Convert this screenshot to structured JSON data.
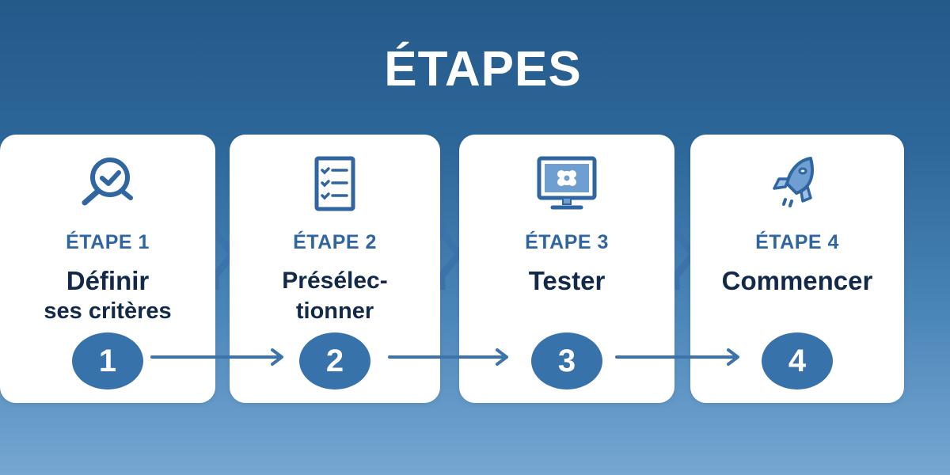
{
  "title": "ÉTAPES",
  "colors": {
    "accent": "#3872aa",
    "label": "#2f65a0",
    "heading": "#12294a",
    "background_top": "#245a8a",
    "background_bottom": "#76a7d2"
  },
  "steps": [
    {
      "label": "ÉTAPE 1",
      "title_line1": "Définir",
      "title_line2": "ses critères",
      "number": "1",
      "icon": "magnifier-check-icon"
    },
    {
      "label": "ÉTAPE 2",
      "title_line1": "Présélec-",
      "title_line2": "tionner",
      "number": "2",
      "icon": "checklist-icon"
    },
    {
      "label": "ÉTAPE 3",
      "title_line1": "Tester",
      "title_line2": "",
      "number": "3",
      "icon": "monitor-gear-icon"
    },
    {
      "label": "ÉTAPE 4",
      "title_line1": "Commencer",
      "title_line2": "",
      "number": "4",
      "icon": "rocket-icon"
    }
  ]
}
